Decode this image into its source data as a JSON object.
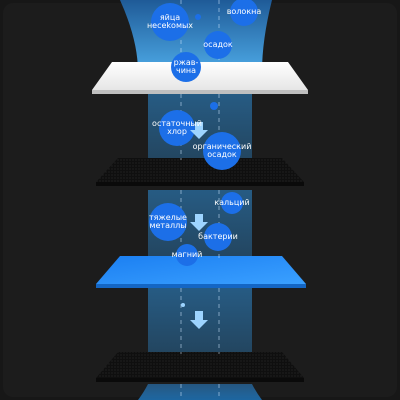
{
  "colors": {
    "background": "#171717",
    "panel": "#1c1c1c",
    "stream": "#2d8fd6",
    "particle": "#1c6fe8",
    "arrow": "#9dd4ff",
    "filter_white": "#f1f1f1",
    "filter_blue": "#2b8ff4",
    "filter_dark": "#0e0e0e"
  },
  "icons": [
    "down-arrow-icon",
    "down-arrow-icon",
    "down-arrow-icon"
  ],
  "labels": {
    "eggs": "яйца\nнесеkомых",
    "fibers": "волокна",
    "sediment": "осадок",
    "rust": "ржав-\nчина",
    "chlorine": "остаточный\nхлор",
    "organic": "органический\nосадок",
    "calcium": "кальций",
    "heavy_metals": "тяжелые\nметаллы",
    "bacteria": "бактерии",
    "magnesium": "магний"
  }
}
